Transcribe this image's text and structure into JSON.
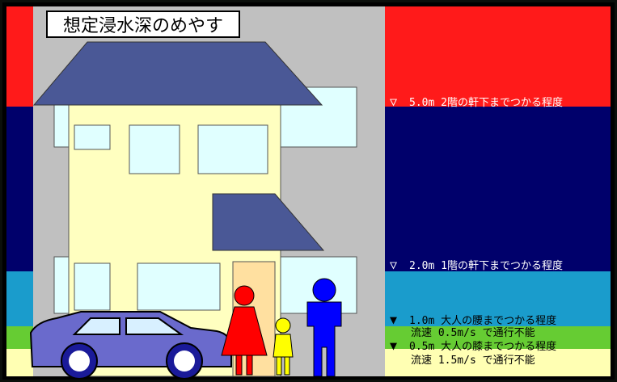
{
  "title": "想定浸水深のめやす",
  "colors": {
    "over_5m": "#ff1a1a",
    "m2_to_5": "#00006b",
    "m1_to_2": "#1a9ccc",
    "m05_to_1": "#66cc33",
    "under_05": "#ffffb3",
    "wall": "#c0c0c0",
    "roof": "#4a5896",
    "house": "#ffffc0",
    "window": "#e0ffff",
    "door": "#ffe0a0",
    "car": "#6a6acc",
    "adult_red": "#ff0000",
    "adult_blue": "#0000ff",
    "child": "#ffff00"
  },
  "levels": [
    {
      "marker": "▽",
      "text": "5.0m 2階の軒下までつかる程度"
    },
    {
      "marker": "▽",
      "text": "2.0m 1階の軒下までつかる程度"
    },
    {
      "marker": "▼",
      "text": "1.0m 大人の腰までつかる程度"
    },
    {
      "marker": "",
      "text": "流速 0.5m/s で通行不能"
    },
    {
      "marker": "▼",
      "text": "0.5m 大人の膝までつかる程度"
    },
    {
      "marker": "",
      "text": "流速 1.5m/s で通行不能"
    }
  ]
}
